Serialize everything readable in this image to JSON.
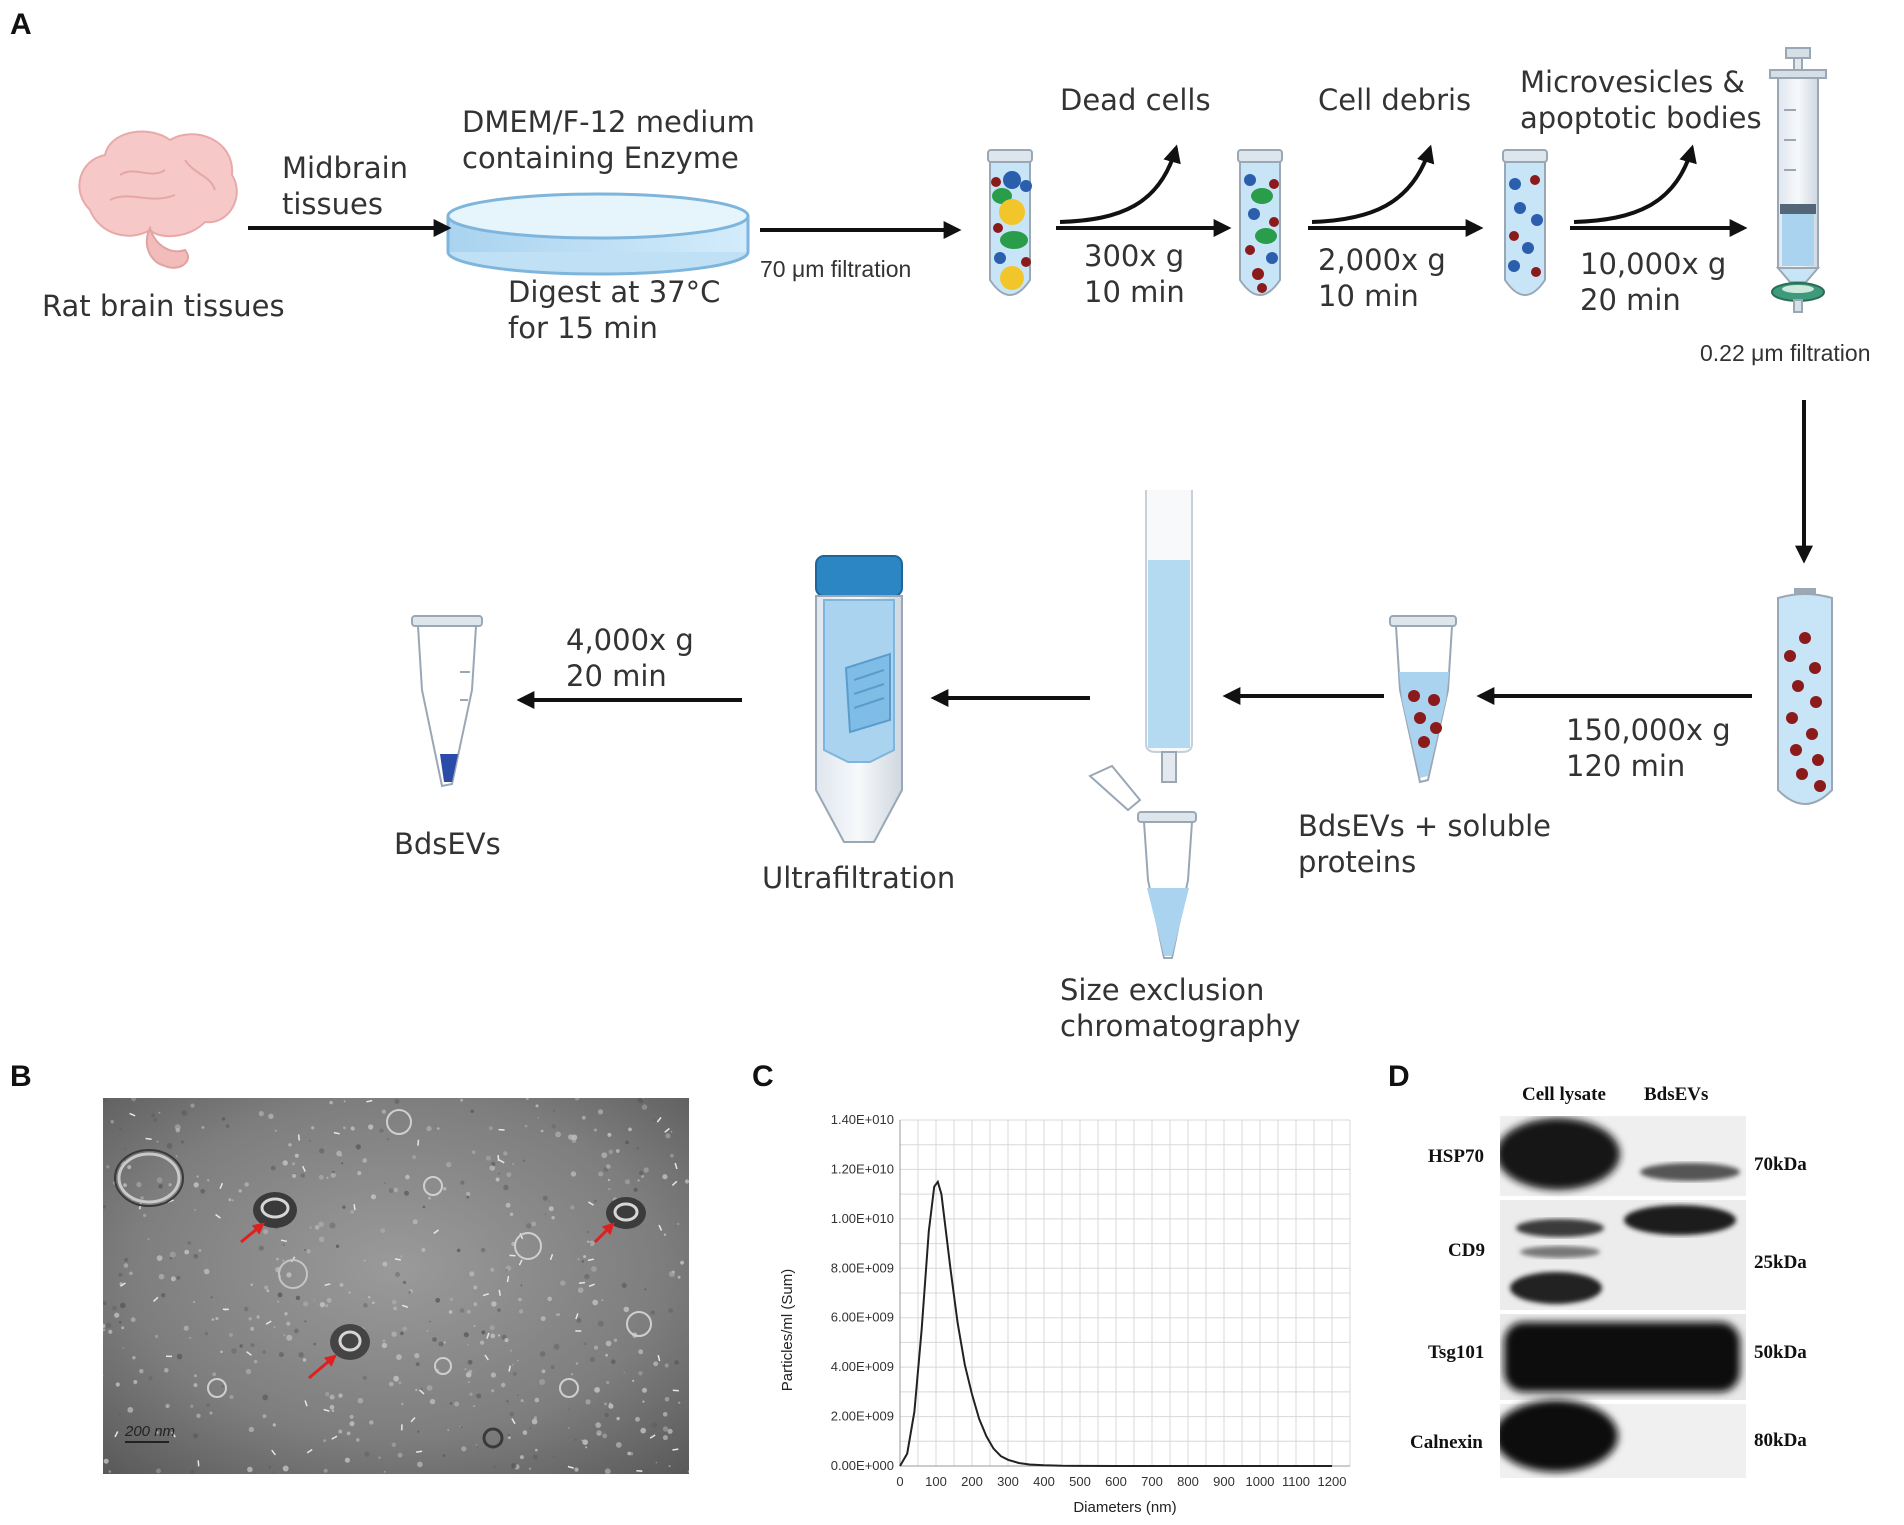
{
  "panels": {
    "a": "A",
    "b": "B",
    "c": "C",
    "d": "D"
  },
  "workflow": {
    "brain_label": "Rat brain tissues",
    "step1_arrow_label": "Midbrain tissues",
    "dish_top_label": "DMEM/F-12 medium containing Enzyme",
    "dish_bottom_label": "Digest at 37°C for 15 min",
    "filter1_label": "70 μm filtration",
    "waste1_label": "Dead cells",
    "spin1_label": "300x g 10 min",
    "waste2_label": "Cell debris",
    "spin2_label": "2,000x g 10 min",
    "waste3_label": "Microvesicles & apoptotic bodies",
    "spin3_label": "10,000x g 20 min",
    "filter2_label": "0.22 μm filtration",
    "spin4_label": "150,000x g 120 min",
    "pellet_label": "BdsEVs + soluble proteins",
    "sec_label": "Size exclusion chromatography",
    "uf_label": "Ultrafiltration",
    "spin5_label": "4,000x g 20 min",
    "final_label": "BdsEVs"
  },
  "tem": {
    "scale_label": "200 nm"
  },
  "chart_data": {
    "type": "line",
    "title": "",
    "xlabel": "Diameters (nm)",
    "ylabel": "Particles/ml (Sum)",
    "xlim": [
      0,
      1250
    ],
    "ylim": [
      0,
      14000000000
    ],
    "x_ticks": [
      0,
      100,
      200,
      300,
      400,
      500,
      600,
      700,
      800,
      900,
      1000,
      1100,
      1200
    ],
    "y_ticks": [
      0,
      2000000000,
      4000000000,
      6000000000,
      8000000000,
      10000000000,
      12000000000,
      14000000000
    ],
    "y_tick_labels": [
      "0.00E+000",
      "2.00E+009",
      "4.00E+009",
      "6.00E+009",
      "8.00E+009",
      "1.00E+010",
      "1.20E+010",
      "1.40E+010"
    ],
    "grid": true,
    "series": [
      {
        "x": [
          0,
          20,
          40,
          60,
          80,
          95,
          105,
          115,
          125,
          140,
          160,
          180,
          200,
          220,
          240,
          260,
          280,
          300,
          330,
          360,
          400,
          450,
          500,
          600,
          700,
          800,
          900,
          1000,
          1100,
          1200
        ],
        "values": [
          0,
          500000000,
          2200000000,
          5500000000,
          9500000000,
          11300000000,
          11500000000,
          11000000000,
          9800000000,
          8000000000,
          5800000000,
          4100000000,
          2900000000,
          1900000000,
          1200000000,
          700000000,
          400000000,
          250000000,
          120000000,
          60000000,
          30000000,
          10000000,
          5000000,
          0,
          0,
          0,
          0,
          0,
          0,
          0
        ]
      }
    ]
  },
  "western": {
    "col_headers": [
      "Cell lysate",
      "BdsEVs"
    ],
    "rows": [
      {
        "protein": "HSP70",
        "size": "70kDa"
      },
      {
        "protein": "CD9",
        "size": "25kDa"
      },
      {
        "protein": "Tsg101",
        "size": "50kDa"
      },
      {
        "protein": "Calnexin",
        "size": "80kDa"
      }
    ]
  }
}
